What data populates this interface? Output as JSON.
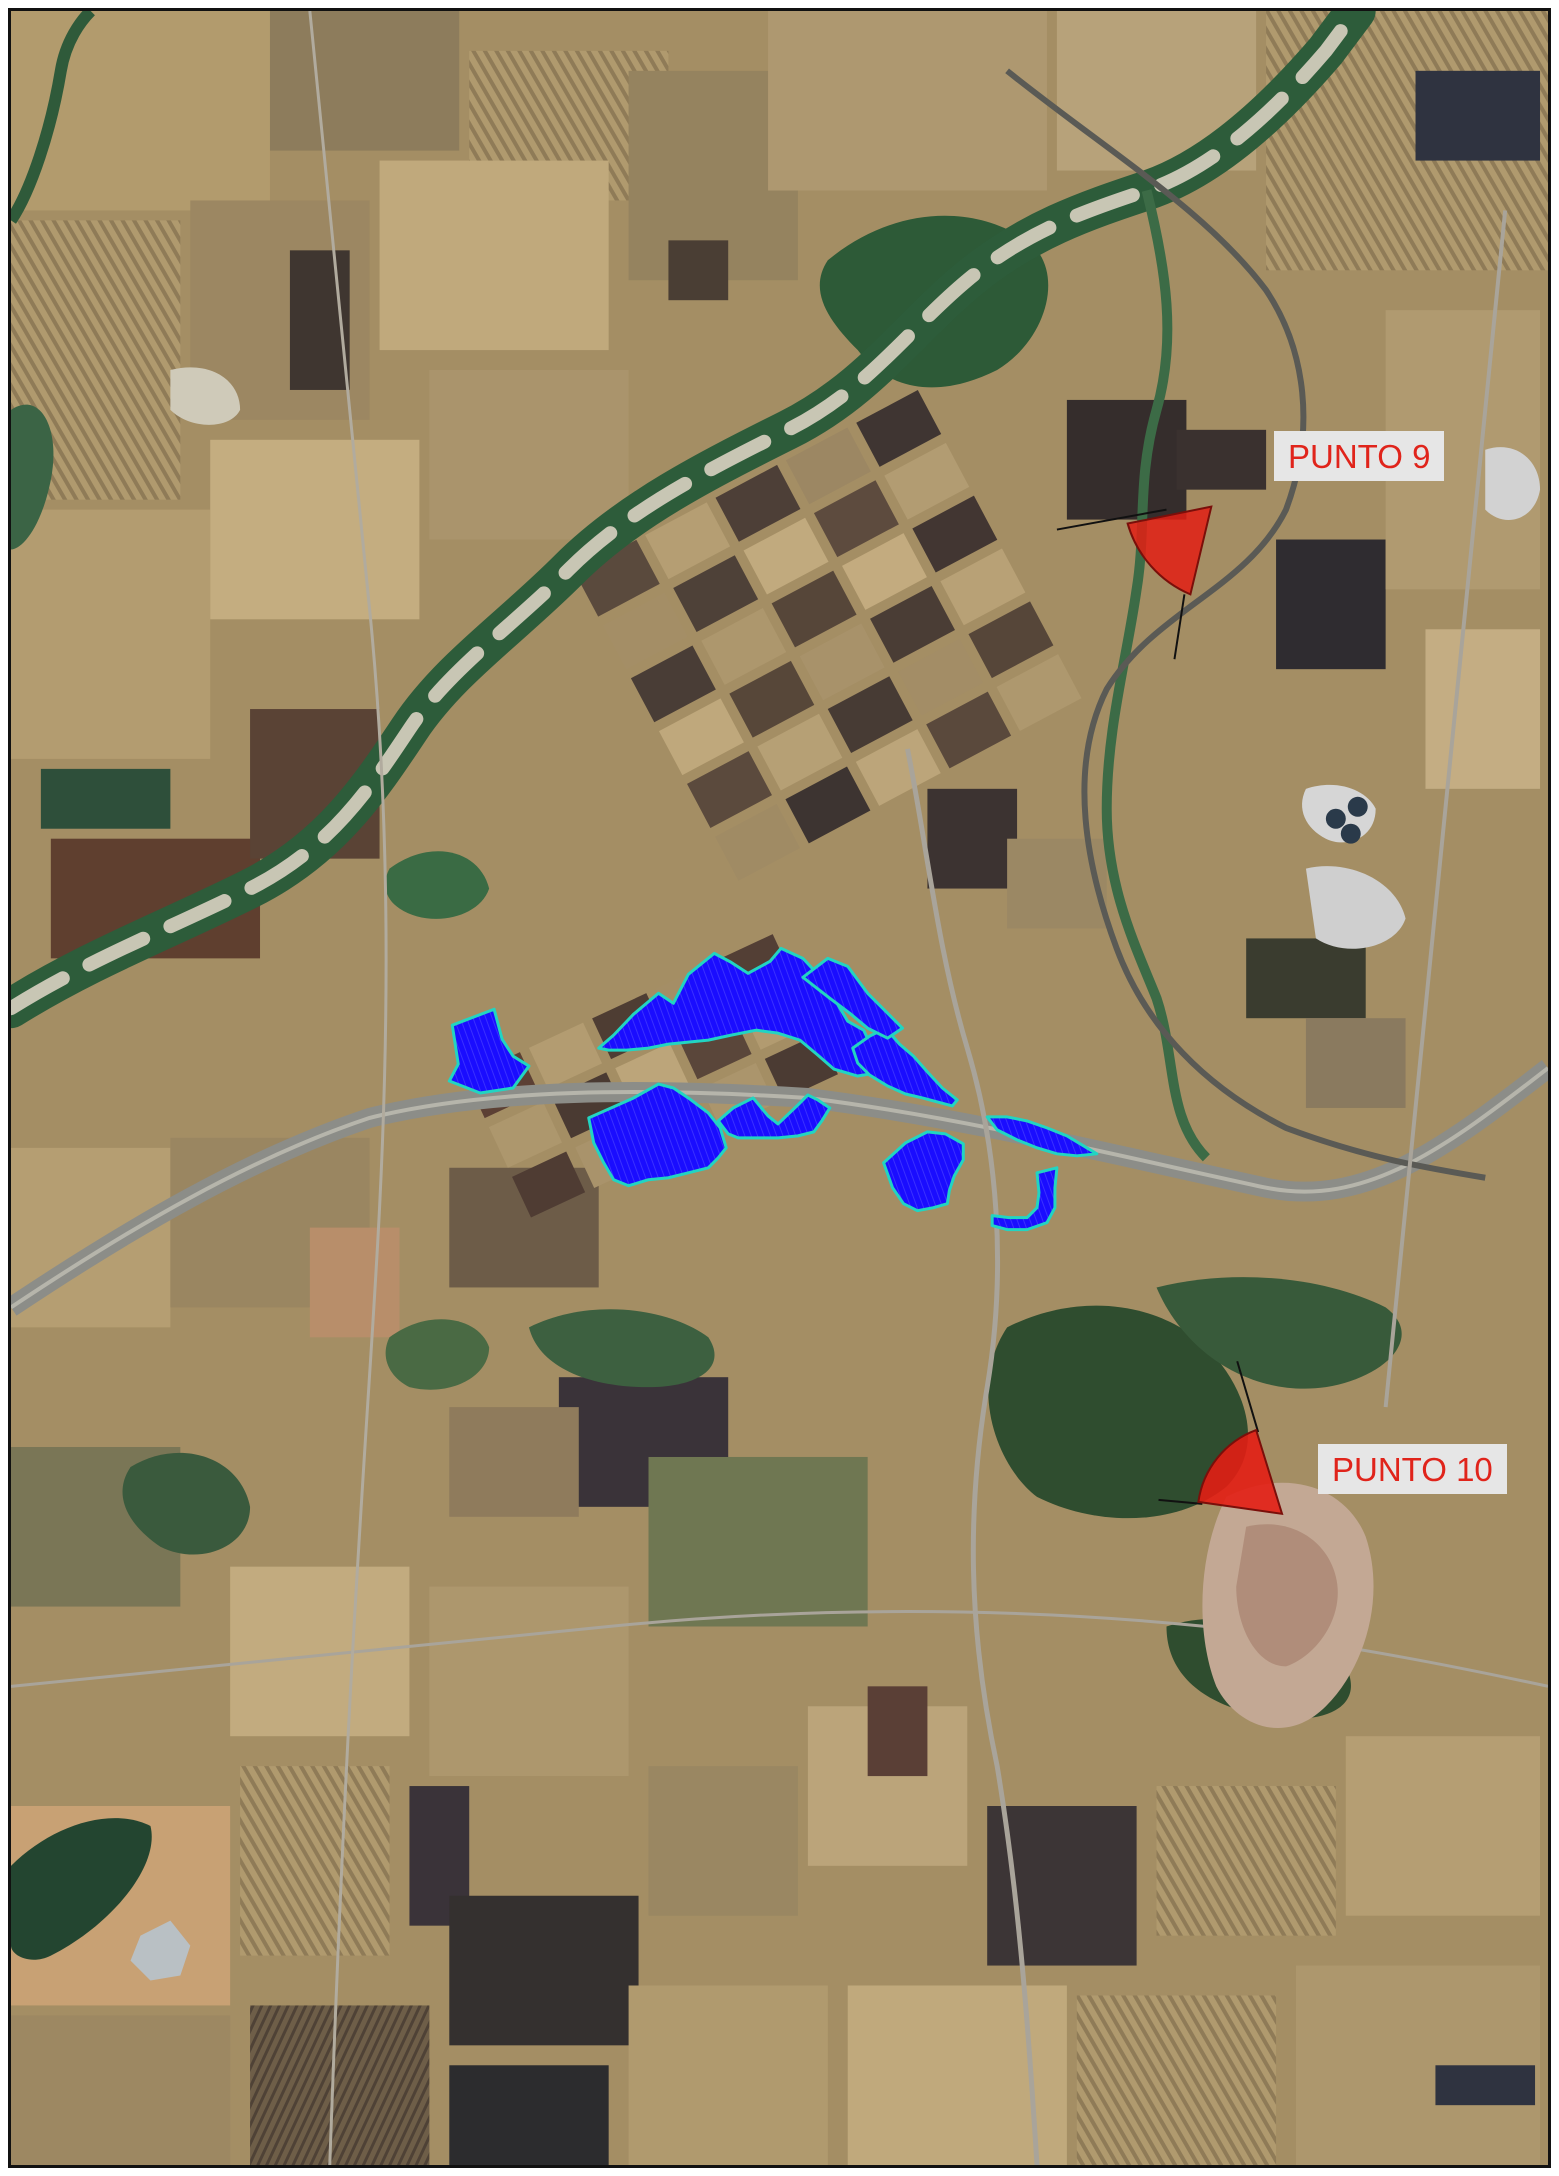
{
  "map": {
    "type": "satellite-imagery",
    "colors": {
      "terrain_base": "#a48e64",
      "field_light": "#c3ab7d",
      "field_dark": "#54453a",
      "field_green": "#6f7752",
      "vegetation": "#2d5a37",
      "river_bed": "#c8c6b4",
      "road": "#8c8d88",
      "urban": "#c3a894",
      "solar_array": "#1a0dff",
      "solar_outline": "#22d4c2",
      "viewpoint_fill": "#e31e14"
    }
  },
  "markers": [
    {
      "id": "p9",
      "label": "PUNTO 9",
      "icon": "viewpoint-cone-icon"
    },
    {
      "id": "p10",
      "label": "PUNTO 10",
      "icon": "viewpoint-cone-icon"
    }
  ]
}
